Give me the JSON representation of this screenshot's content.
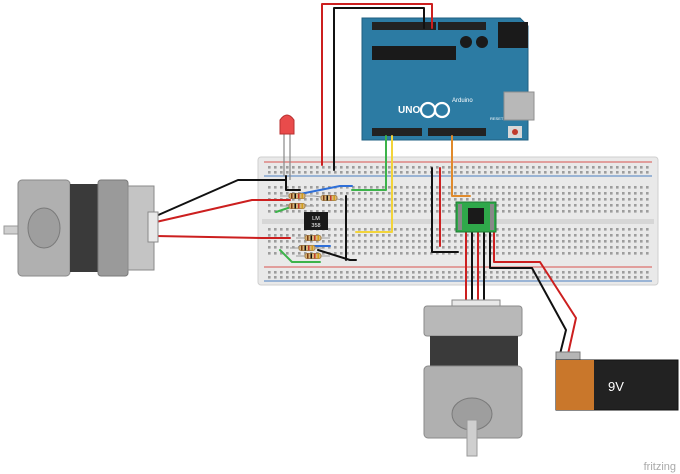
{
  "arduino": {
    "uno_logo": "UNO",
    "brand": "Arduino",
    "reset_label": "RESET"
  },
  "ic": {
    "line1": "LM",
    "line2": "358"
  },
  "battery": {
    "voltage_label": "9V"
  },
  "watermark": "fritzing",
  "colors": {
    "arduino_board": "#2c7ba3",
    "breadboard": "#e6e6e6",
    "breadboard_rail_red": "#d9534f",
    "breadboard_rail_blue": "#4a7fc1",
    "driver_board": "#2fa84a",
    "motor_body": "#9a9a9a",
    "motor_dark": "#3a3a3a",
    "wire_red": "#cc1f1f",
    "wire_black": "#111111",
    "wire_green": "#3cb34a",
    "wire_yellow": "#f2d43a",
    "wire_blue": "#2e6fd8",
    "wire_orange": "#e08a2c",
    "battery_copper": "#c9772b",
    "led_red": "#e94b4b"
  },
  "icons": [
    "arduino-infinity-logo",
    "led",
    "resistor",
    "stepper-motor",
    "battery-9v",
    "stepper-driver",
    "op-amp-ic"
  ]
}
